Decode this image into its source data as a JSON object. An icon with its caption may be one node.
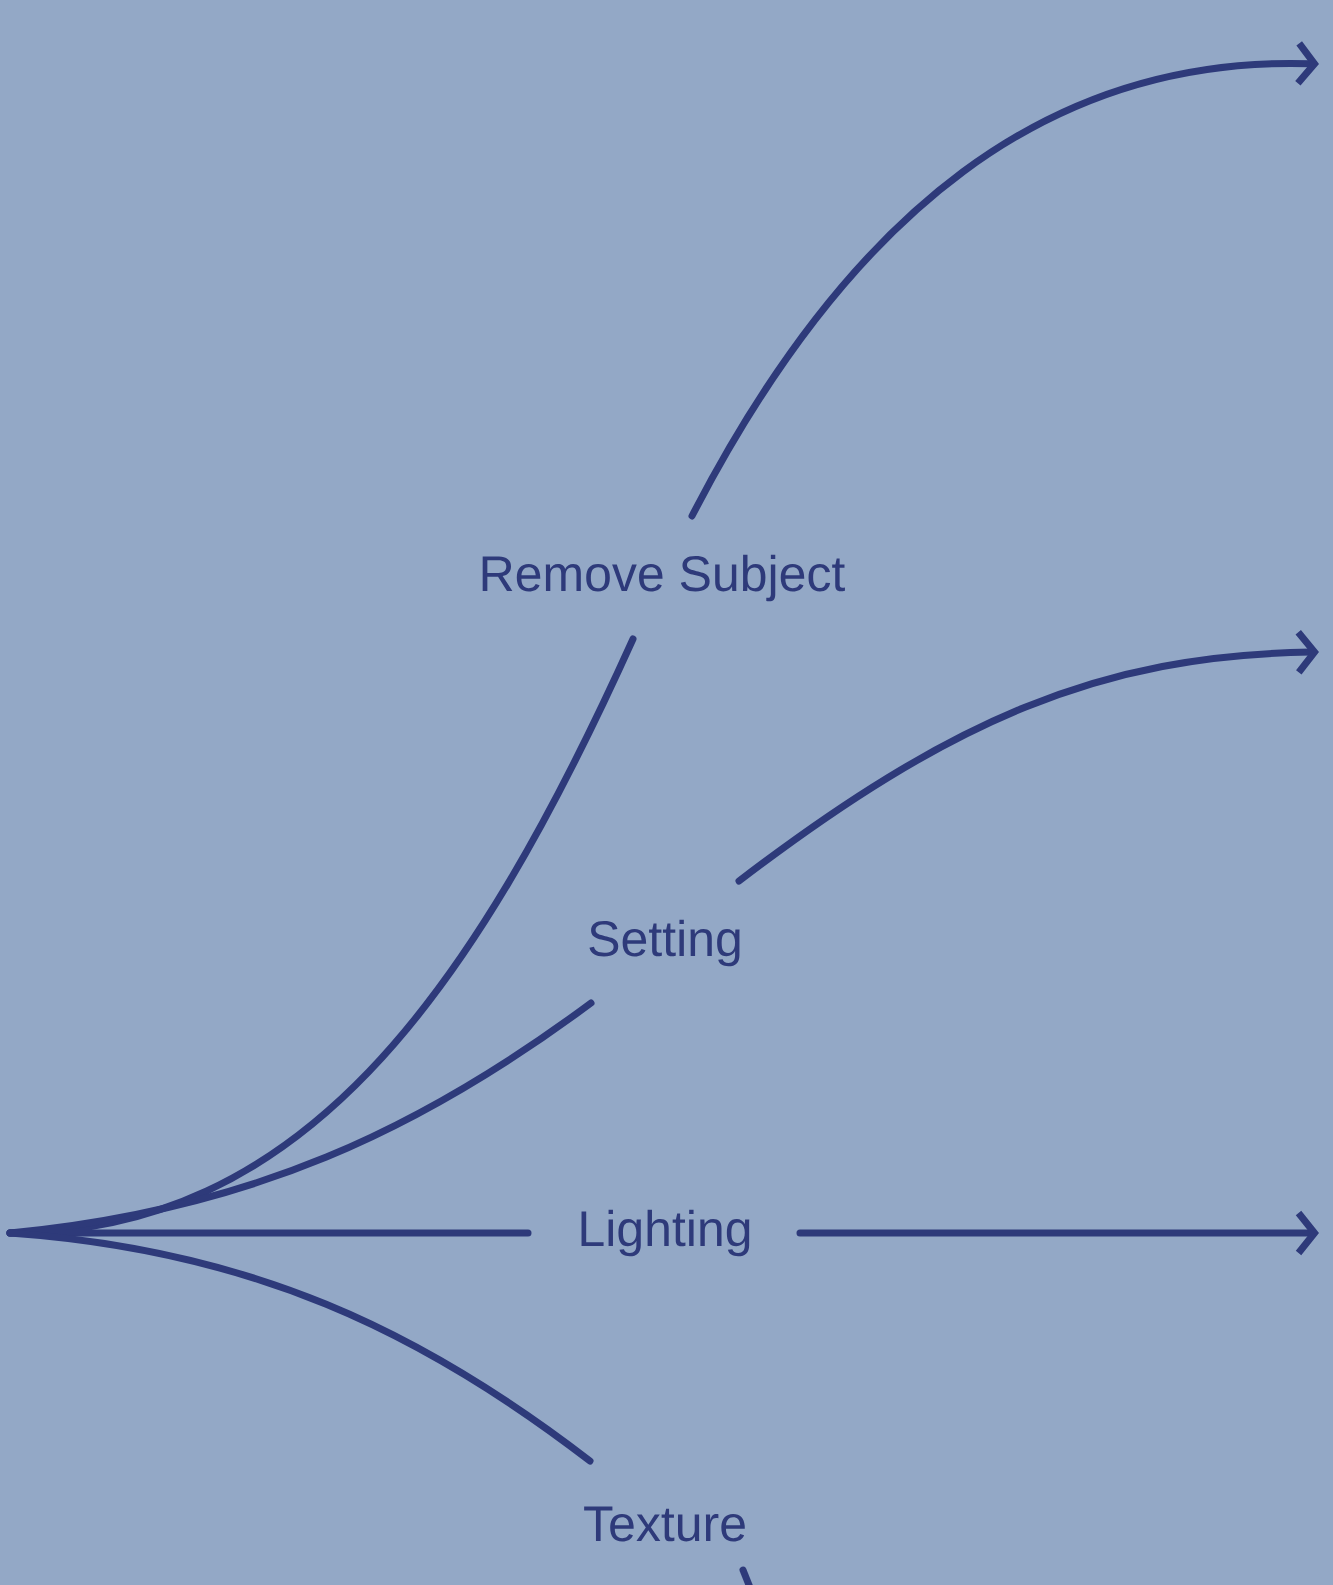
{
  "diagram": {
    "nodes": [
      {
        "text": [
          "Remove Subject"
        ]
      },
      {
        "text": [
          "Setting"
        ]
      },
      {
        "text": [
          "Lighting"
        ]
      },
      {
        "text": [
          "Texture"
        ]
      }
    ],
    "edges": [
      {
        "from": null,
        "to": 0,
        "arrow": "none"
      },
      {
        "from": 0,
        "to": null,
        "arrow": "to"
      },
      {
        "from": null,
        "to": 1,
        "arrow": "none"
      },
      {
        "from": 1,
        "to": null,
        "arrow": "to"
      },
      {
        "from": null,
        "to": 2,
        "arrow": "none"
      },
      {
        "from": 2,
        "to": null,
        "arrow": "to"
      },
      {
        "from": null,
        "to": 3,
        "arrow": "none"
      },
      {
        "from": 3,
        "to": null,
        "arrow": "none"
      }
    ]
  }
}
